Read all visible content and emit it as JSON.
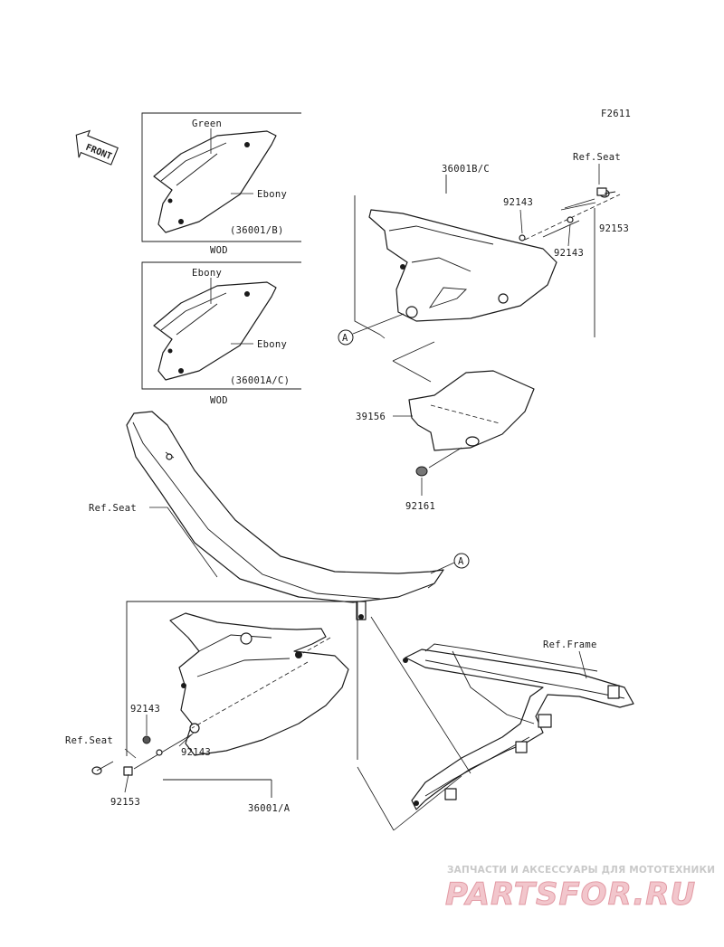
{
  "figure_code": "F2611",
  "front_label": "FRONT",
  "callouts": {
    "green": "Green",
    "ebony_top": "Ebony",
    "ebony_mid": "Ebony",
    "ebony_low": "Ebony",
    "variant_b_code": "(36001/B)",
    "variant_b_color": "WOD",
    "variant_ac_code": "(36001A/C)",
    "variant_ac_color": "WOD",
    "part_36001bc": "36001B/C",
    "ref_seat_top": "Ref.Seat",
    "p92153_top": "92153",
    "p92143_a": "92143",
    "p92143_b": "92143",
    "ref_A_top": "A",
    "ref_A_seat": "A",
    "p39156": "39156",
    "p92161": "92161",
    "ref_seat_main": "Ref.Seat",
    "ref_frame": "Ref.Frame",
    "p92143_c": "92143",
    "p92143_d": "92143",
    "ref_seat_low": "Ref.Seat",
    "p92153_low": "92153",
    "part_36001a": "36001/A"
  },
  "watermark": {
    "subtitle": "ЗАПЧАСТИ И АКСЕССУАРЫ ДЛЯ МОТОТЕХНИКИ",
    "brand": "PARTSFOR.RU"
  }
}
